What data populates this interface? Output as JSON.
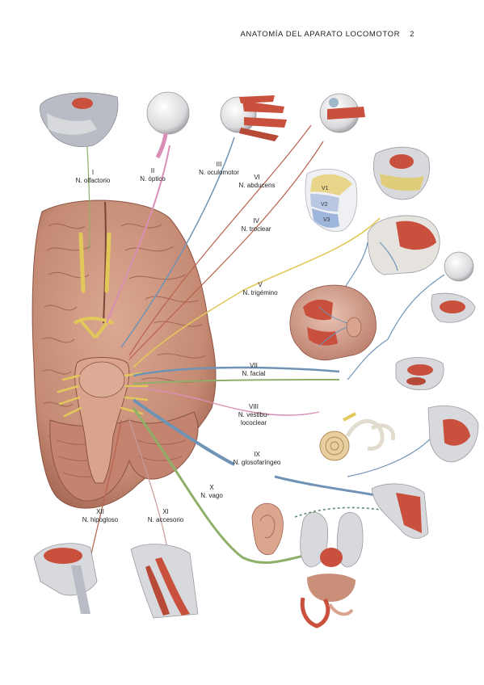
{
  "header": {
    "title": "ANATOMÍA DEL APARATO LOCOMOTOR",
    "page_number": "2"
  },
  "nerves": {
    "n1": {
      "numeral": "I",
      "name": "N. olfactorio"
    },
    "n2": {
      "numeral": "II",
      "name": "N. óptico"
    },
    "n3": {
      "numeral": "III",
      "name": "N. oculomotor"
    },
    "n4": {
      "numeral": "IV",
      "name": "N. troclear"
    },
    "n5": {
      "numeral": "V",
      "name": "N. trigémino"
    },
    "n6": {
      "numeral": "VI",
      "name": "N. abducens"
    },
    "n7": {
      "numeral": "VII",
      "name": "N. facial"
    },
    "n8": {
      "numeral": "VIII",
      "name": "N. vestibu-",
      "name2": "lococlear"
    },
    "n9": {
      "numeral": "IX",
      "name": "N. glosofaríngeo"
    },
    "n10": {
      "numeral": "X",
      "name": "N. vago"
    },
    "n11": {
      "numeral": "XI",
      "name": "N. accesorio"
    },
    "n12": {
      "numeral": "XII",
      "name": "N. hipogloso"
    }
  },
  "trigeminal_branches": [
    "V1",
    "V2",
    "V3"
  ],
  "colors": {
    "brain": "#c98f78",
    "brain_dark": "#9c5e4a",
    "muscle": "#c9503c",
    "nerve_yellow": "#e2c85a",
    "nerve_blue": "#6f93b5",
    "nerve_pink": "#d98fb5",
    "nerve_red": "#b8624e",
    "nerve_green": "#8fb06a",
    "bone": "#e6e3df",
    "grey_tissue": "#b9bcc4"
  }
}
